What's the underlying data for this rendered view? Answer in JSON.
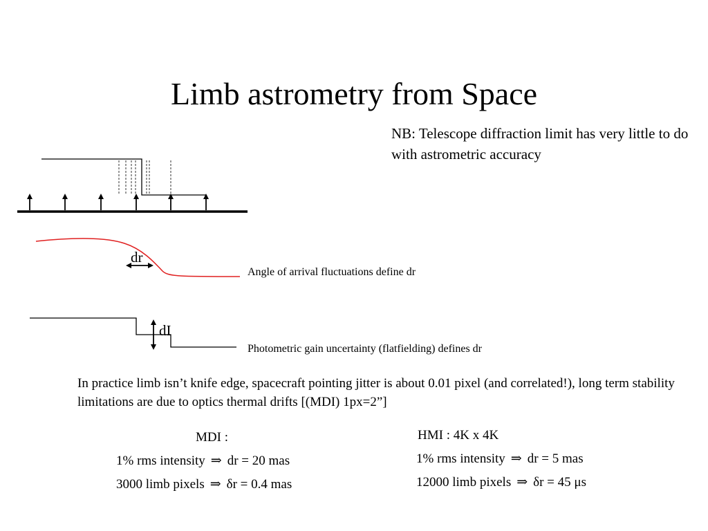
{
  "slide": {
    "title": "Limb astrometry from Space",
    "nb_note": "NB: Telescope diffraction limit has very little to do with astrometric accuracy",
    "label_dr": "dr",
    "label_dI": "dI",
    "caption_angle": "Angle of arrival fluctuations define dr",
    "caption_photometric": "Photometric gain uncertainty (flatfielding) defines dr",
    "practice_text": "In practice limb isn’t knife edge, spacecraft pointing jitter is about 0.01 pixel (and correlated!), long term stability limitations are due to optics thermal drifts  [(MDI) 1px=2”]"
  },
  "mdi": {
    "heading": "MDI :",
    "line1": {
      "lhs": "1%  rms intensity",
      "arrow": "⇒",
      "rhs": "dr = 20 mas"
    },
    "line2": {
      "lhs": "3000 limb pixels",
      "arrow": "⇒",
      "rhs": "δr = 0.4 mas"
    }
  },
  "hmi": {
    "heading": "HMI : 4K x 4K",
    "line1": {
      "lhs": "1%  rms intensity",
      "arrow": "⇒",
      "rhs": "dr = 5 mas"
    },
    "line2": {
      "lhs": "12000 limb pixels",
      "arrow": "⇒",
      "rhs": "δr = 45 μs"
    }
  },
  "colors": {
    "limb_curve": "#e02020",
    "lines": "#000000"
  }
}
